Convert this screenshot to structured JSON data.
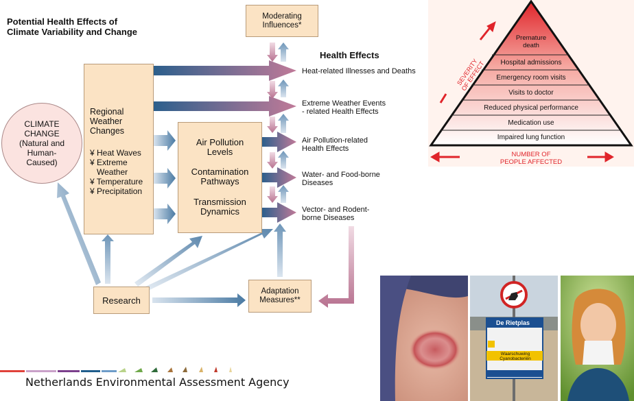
{
  "diagram": {
    "title": "Potential Health Effects of\nClimate Variability and Change",
    "climate_change": "CLIMATE\nCHANGE\n(Natural and\nHuman-\nCaused)",
    "regional": {
      "title": "Regional\nWeather\nChanges",
      "items": [
        "¥ Heat Waves",
        "¥ Extreme",
        "   Weather",
        "¥ Temperature",
        "¥ Precipitation"
      ]
    },
    "air_pollution": {
      "line1": "Air Pollution\nLevels",
      "line2": "Contamination\nPathways",
      "line3": "Transmission\nDynamics"
    },
    "moderating": "Moderating\nInfluences*",
    "health_effects_title": "Health Effects",
    "effects": [
      "Heat-related Illnesses and Deaths",
      "Extreme Weather Events\n- related Health Effects",
      "Air Pollution-related\nHealth Effects",
      "Water- and Food-borne\nDiseases",
      "Vector- and Rodent-\nborne Diseases"
    ],
    "research": "Research",
    "adaptation": "Adaptation\nMeasures**"
  },
  "pyramid": {
    "levels": [
      "Premature\ndeath",
      "Hospital admissions",
      "Emergency room visits",
      "Visits to doctor",
      "Reduced physical performance",
      "Medication use",
      "Impaired lung function"
    ],
    "severity_label": "SEVERITY\nOF EFFECT",
    "number_label": "NUMBER  OF\nPEOPLE AFFECTED"
  },
  "photos": {
    "sign_title": "De Rietplas",
    "sign_warning_1": "Waarschuwing",
    "sign_warning_2": "Cyanobacteriën"
  },
  "footer": {
    "agency": "Netherlands Environmental Assessment Agency",
    "stripe_colors": [
      "#e0423a",
      "#c9a0c8",
      "#7b3f8c",
      "#1f5d8c",
      "#6d9cc8",
      "#b9d38a",
      "#6fa84a",
      "#2f6b3a",
      "#a8743c",
      "#d9b36a",
      "#8c6a3a",
      "#e8d49a"
    ]
  },
  "colors": {
    "box_fill": "#fbe3c4",
    "arrow_blue": "#3f6f98",
    "arrow_pink": "#b7718f",
    "pyramid_red": "#e0242a"
  }
}
